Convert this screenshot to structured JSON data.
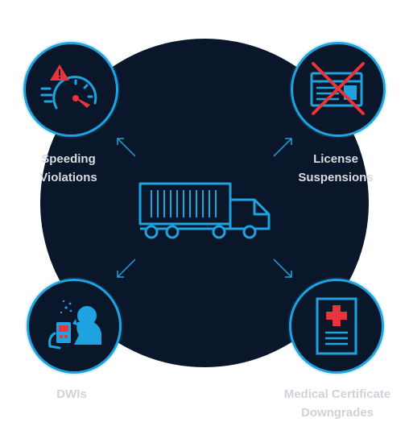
{
  "nodes": [
    {
      "id": "speeding",
      "label_lines": [
        "Speeding",
        "Violations"
      ],
      "icon": "speedometer-warning-icon"
    },
    {
      "id": "license",
      "label_lines": [
        "License",
        "Suspensions"
      ],
      "icon": "crossed-license-icon"
    },
    {
      "id": "dwi",
      "label_lines": [
        "DWIs"
      ],
      "icon": "breathalyzer-icon"
    },
    {
      "id": "medical",
      "label_lines": [
        "Medical Certificate",
        "Downgrades"
      ],
      "icon": "medical-certificate-icon"
    }
  ],
  "center_icon": "semi-truck-icon",
  "colors": {
    "background": "#0a1629",
    "accent": "#1ea3e0",
    "alert": "#e8343a",
    "label_light": "#d9dde3"
  }
}
